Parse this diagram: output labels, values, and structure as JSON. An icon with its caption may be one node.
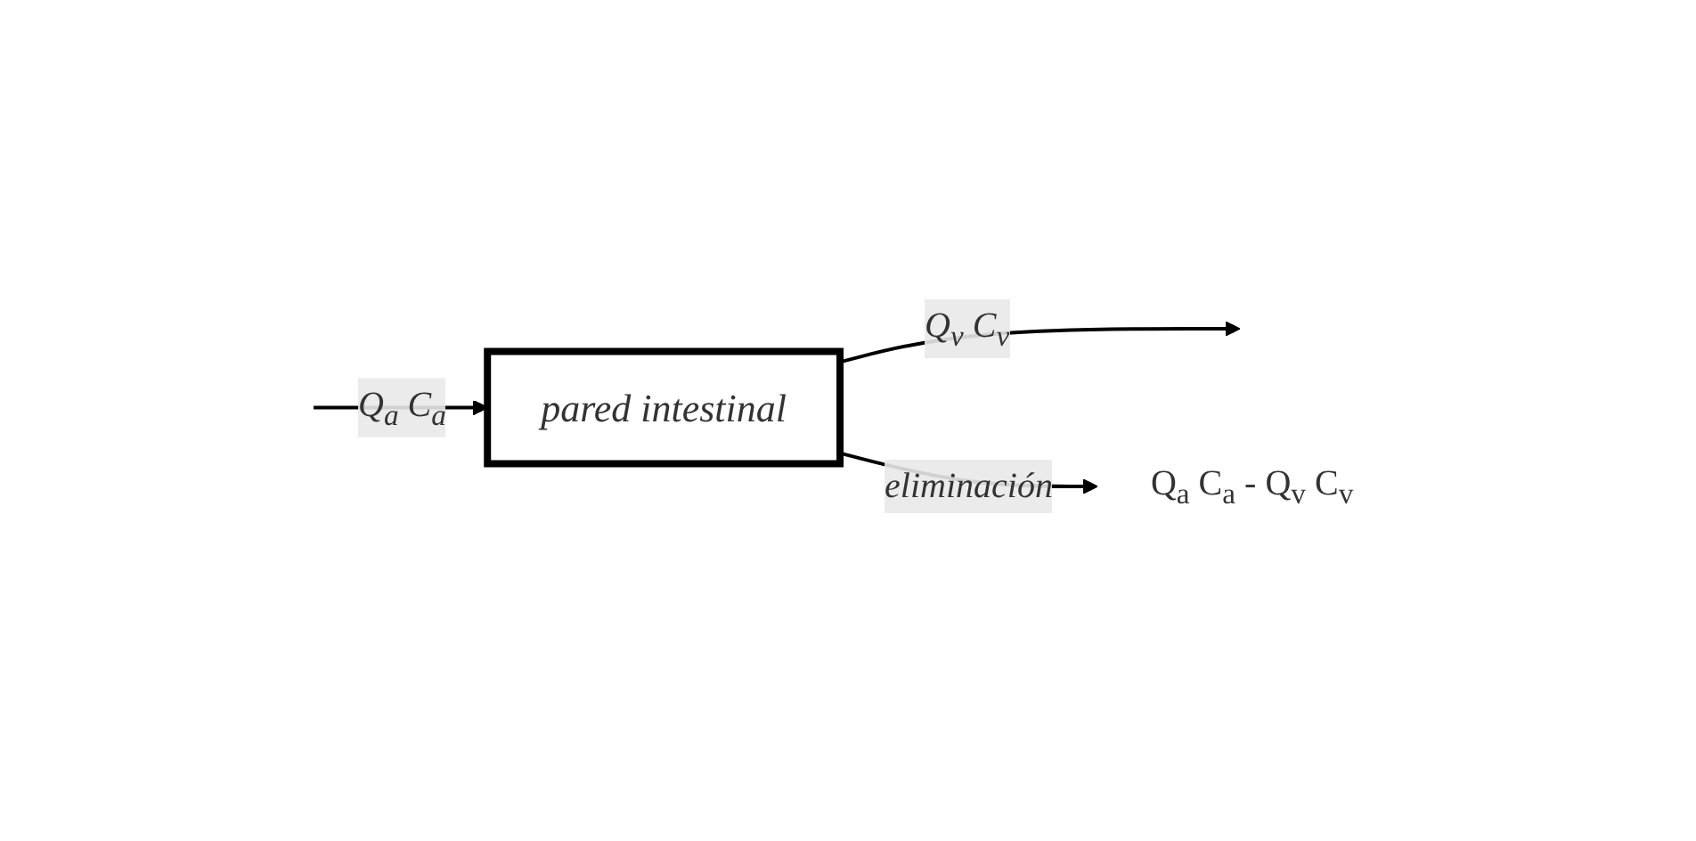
{
  "diagram": {
    "nodes": [
      {
        "text": [
          "pared intestinal"
        ]
      },
      {
        "text": [
          "Q$_{a}$ C$_{a}$ - Q$_{v}$ C$_{v}$"
        ]
      }
    ],
    "edges": [
      {
        "from": null,
        "to": 0,
        "arrow": "to",
        "label": "Q$_{a}$ C$_{a}$"
      },
      {
        "from": 0,
        "to": null,
        "arrow": "to",
        "label": "Q$_{v}$ C$_{v}$"
      },
      {
        "from": 0,
        "to": 1,
        "arrow": "to",
        "label": "eliminación"
      }
    ]
  }
}
